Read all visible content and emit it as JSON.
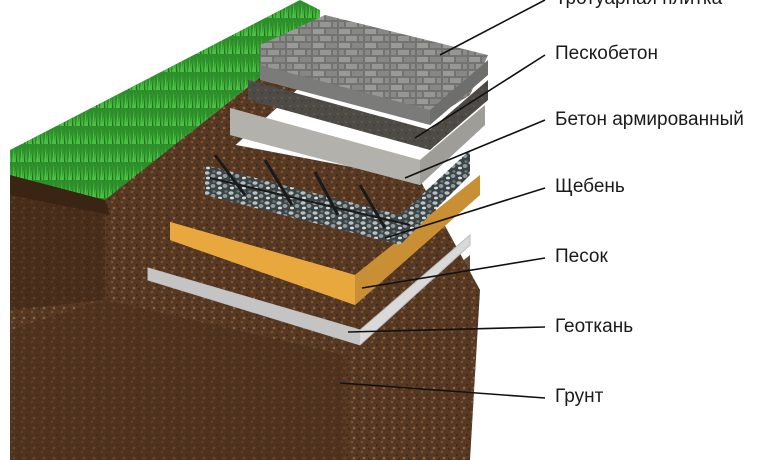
{
  "diagram": {
    "layers": [
      {
        "id": "paving",
        "label": "Тротуарная плитка",
        "color": "#8d8d8b"
      },
      {
        "id": "sand-concrete",
        "label": "Пескобетон",
        "color": "#55524d"
      },
      {
        "id": "reinforced-concrete",
        "label": "Бетон армированный",
        "color": "#c4c2bd"
      },
      {
        "id": "gravel",
        "label": "Щебень",
        "color": "#4b5356"
      },
      {
        "id": "sand",
        "label": "Песок",
        "color": "#e9b04e"
      },
      {
        "id": "geotextile",
        "label": "Геоткань",
        "color": "#d8d8d8"
      },
      {
        "id": "soil",
        "label": "Грунт",
        "color": "#5a3b26"
      }
    ],
    "grass_color": "#2f9a2c"
  }
}
